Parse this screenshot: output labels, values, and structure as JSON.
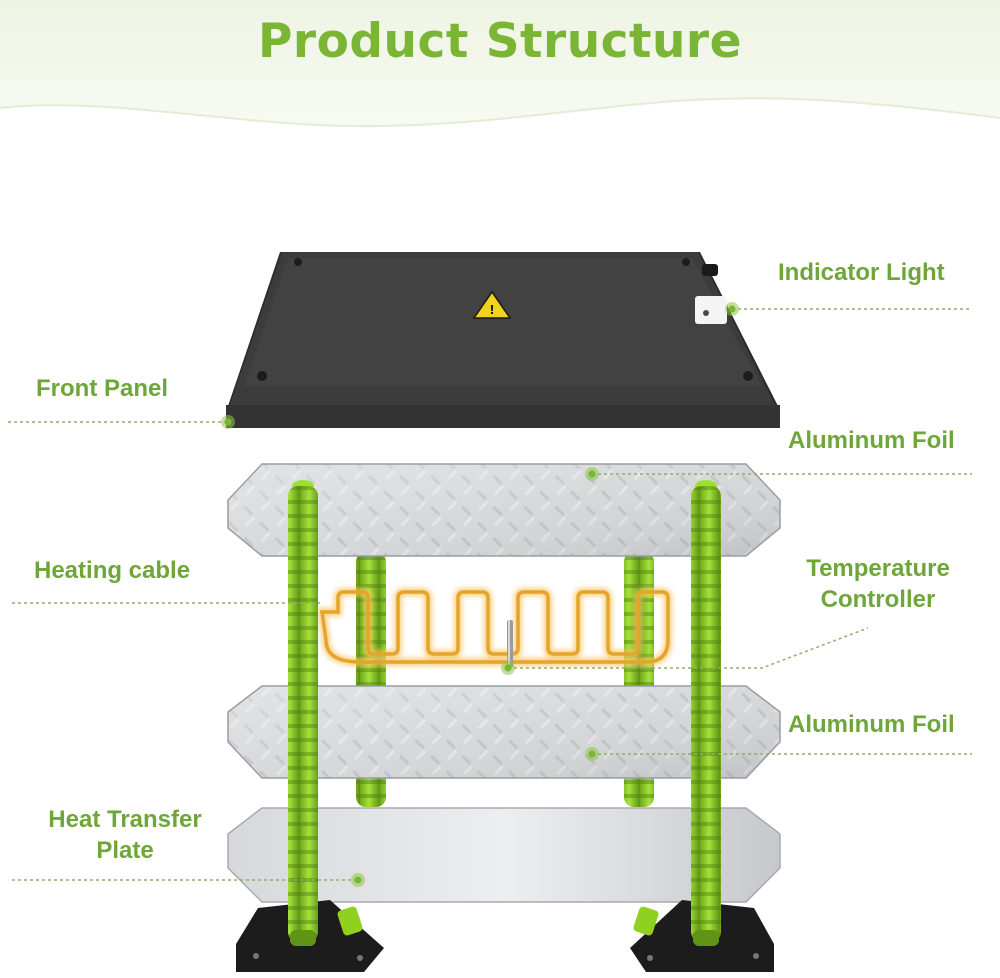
{
  "title": "Product Structure",
  "colors": {
    "accent": "#7ab535",
    "label_text": "#6ea63a",
    "leader": "#8fae6f",
    "panel": "#3c3c3c",
    "foil": "#c9cbcd",
    "cable": "#e6a52a",
    "legs": "#8fd11e"
  },
  "labels": {
    "indicator_light": "Indicator Light",
    "front_panel": "Front Panel",
    "aluminum_foil_top": "Aluminum Foil",
    "heating_cable": "Heating cable",
    "temperature_controller_line1": "Temperature",
    "temperature_controller_line2": "Controller",
    "aluminum_foil_bottom": "Aluminum Foil",
    "heat_transfer_plate_line1": "Heat Transfer",
    "heat_transfer_plate_line2": "Plate"
  }
}
